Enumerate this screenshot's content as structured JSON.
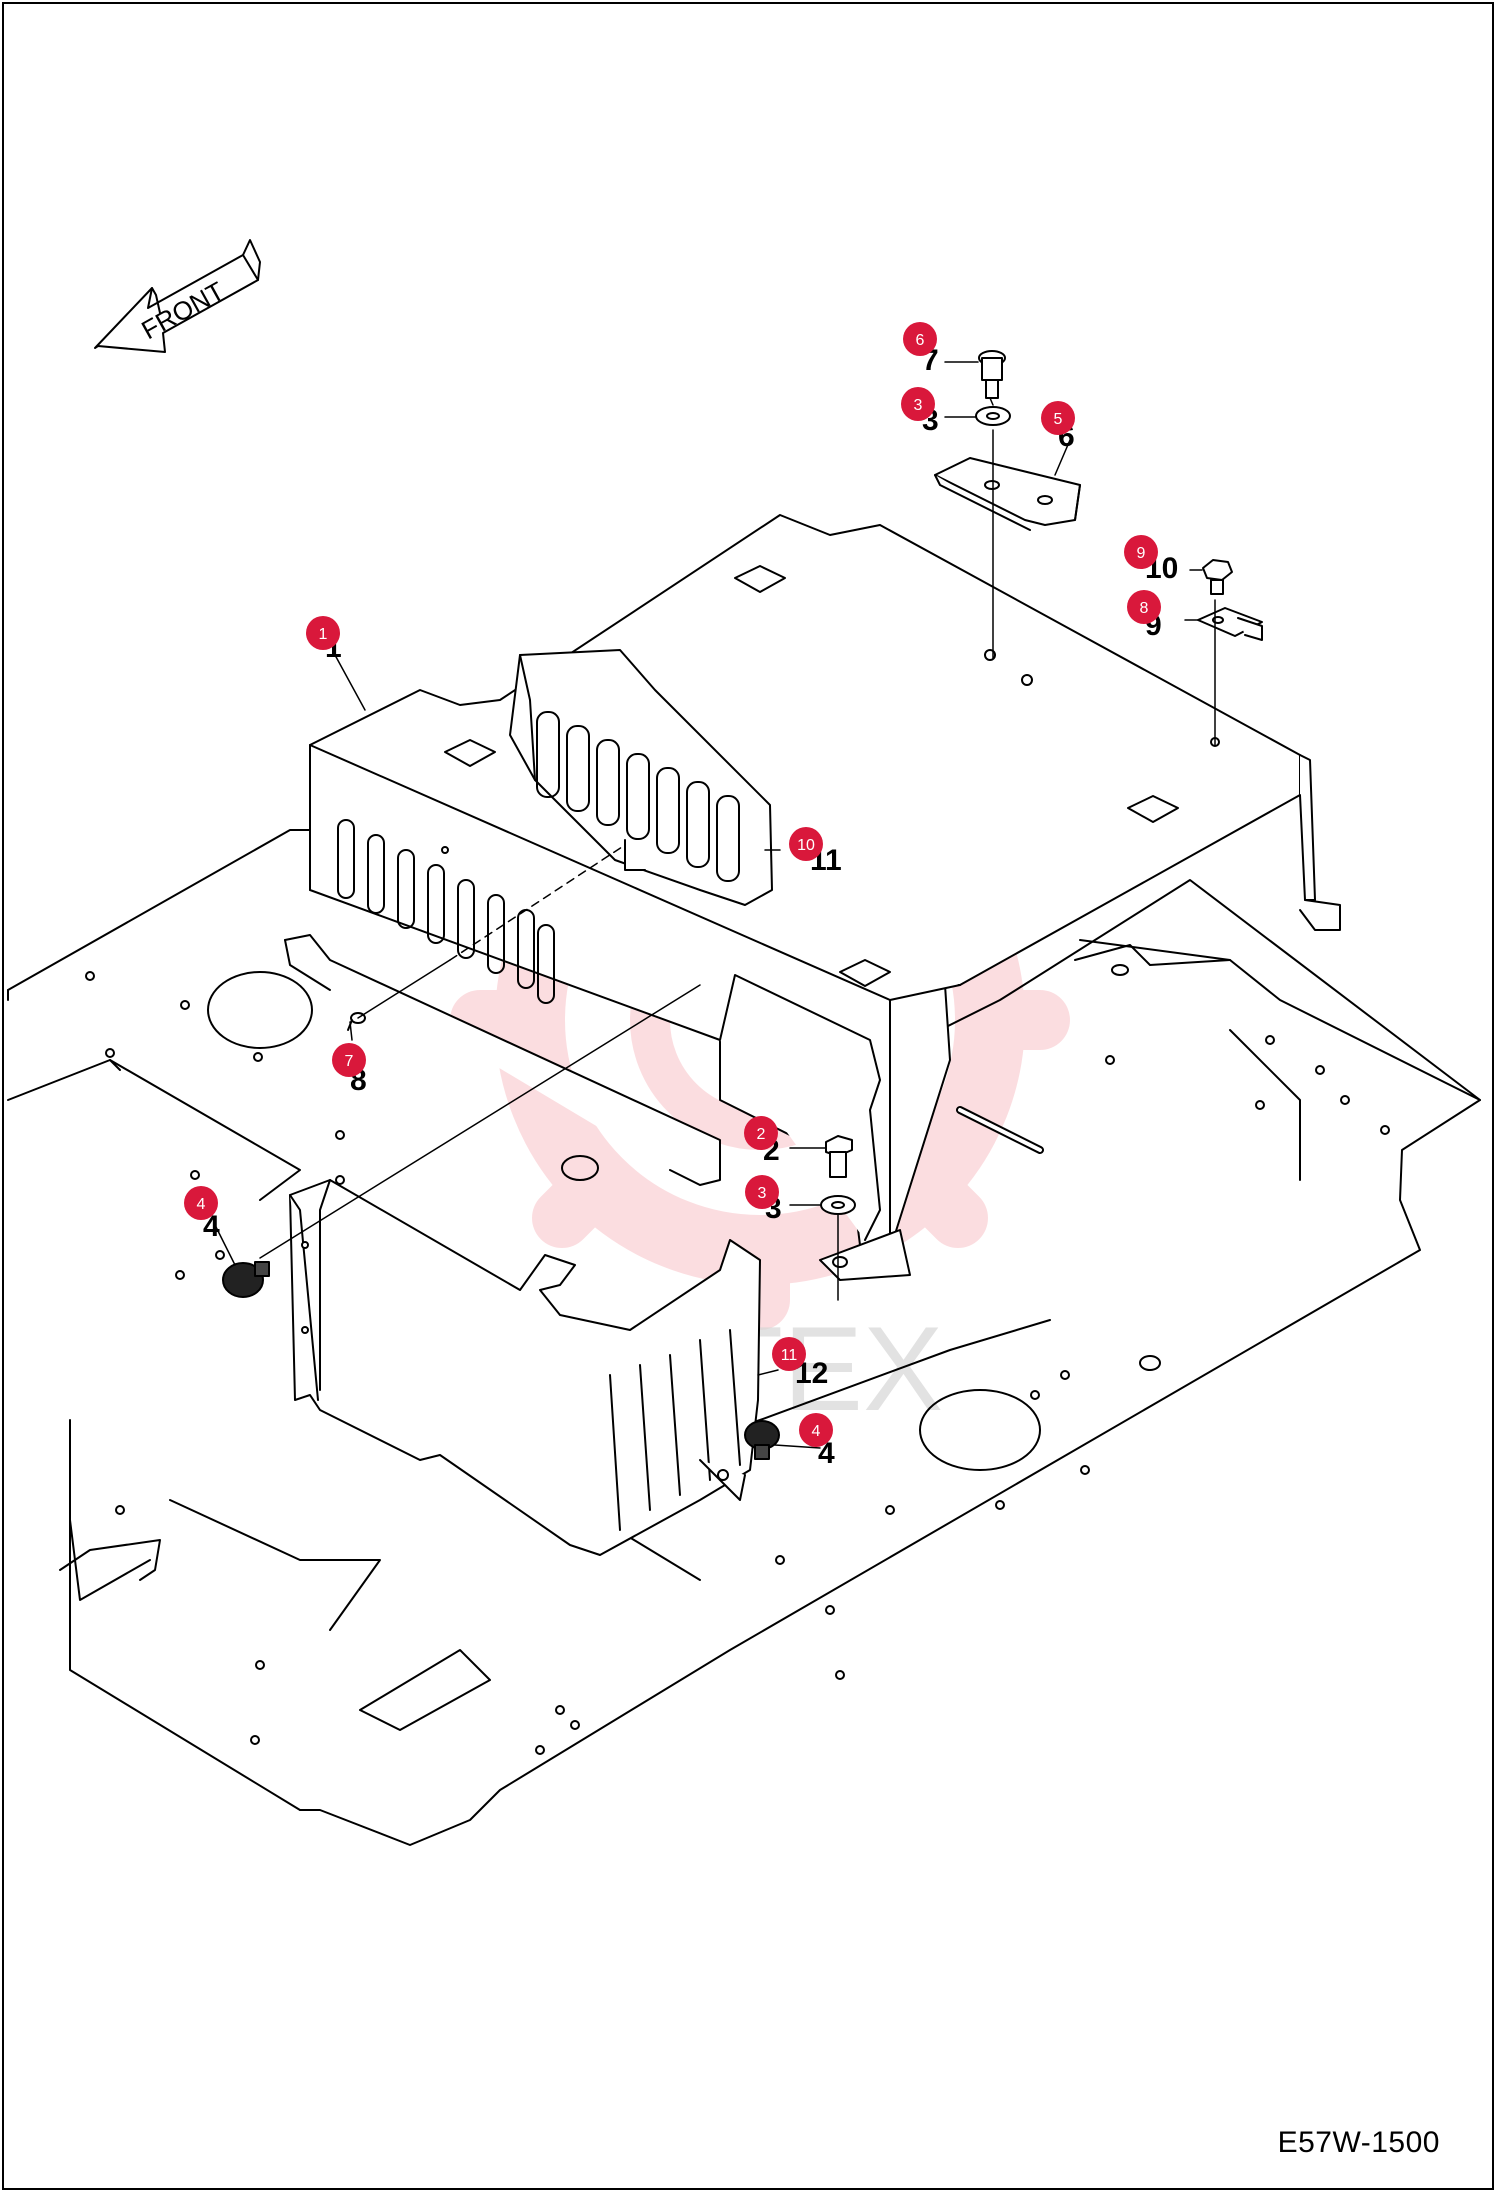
{
  "drawing_number": "E57W-1500",
  "front_label": "FRONT",
  "watermark_text": "ИНТЕХ",
  "colors": {
    "badge": "#d9183b",
    "watermark": "#f5a0a8",
    "line": "#000000"
  },
  "callouts": [
    {
      "id": "c1",
      "badge": "1",
      "part": "1"
    },
    {
      "id": "c2",
      "badge": "2",
      "part": "2"
    },
    {
      "id": "c3a",
      "badge": "3",
      "part": "3"
    },
    {
      "id": "c3b",
      "badge": "3",
      "part": "3"
    },
    {
      "id": "c4a",
      "badge": "4",
      "part": "4"
    },
    {
      "id": "c4b",
      "badge": "4",
      "part": "4"
    },
    {
      "id": "c5",
      "badge": "5",
      "part": "6"
    },
    {
      "id": "c6",
      "badge": "6",
      "part": "7"
    },
    {
      "id": "c7",
      "badge": "7",
      "part": "8"
    },
    {
      "id": "c8",
      "badge": "8",
      "part": "9"
    },
    {
      "id": "c9",
      "badge": "9",
      "part": "10"
    },
    {
      "id": "c10",
      "badge": "10",
      "part": "11"
    },
    {
      "id": "c11",
      "badge": "11",
      "part": "12"
    }
  ]
}
